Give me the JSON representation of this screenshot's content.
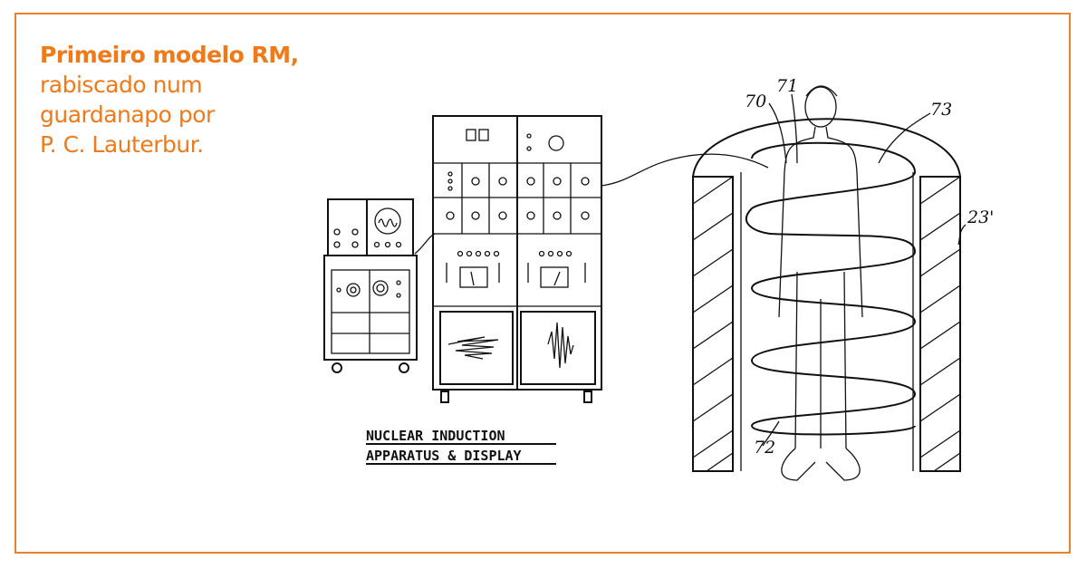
{
  "caption": {
    "title": "Primeiro modelo RM,",
    "lines": [
      "rabiscado num",
      "guardanapo por",
      "P. C. Lauterbur."
    ]
  },
  "drawing": {
    "apparatus_label_1": "NUCLEAR INDUCTION",
    "apparatus_label_2": "APPARATUS & DISPLAY",
    "ref_70": "70",
    "ref_71": "71",
    "ref_73": "73",
    "ref_23": "23'",
    "ref_72": "72"
  },
  "colors": {
    "accent": "#f07a1a",
    "border": "#e8822e"
  }
}
